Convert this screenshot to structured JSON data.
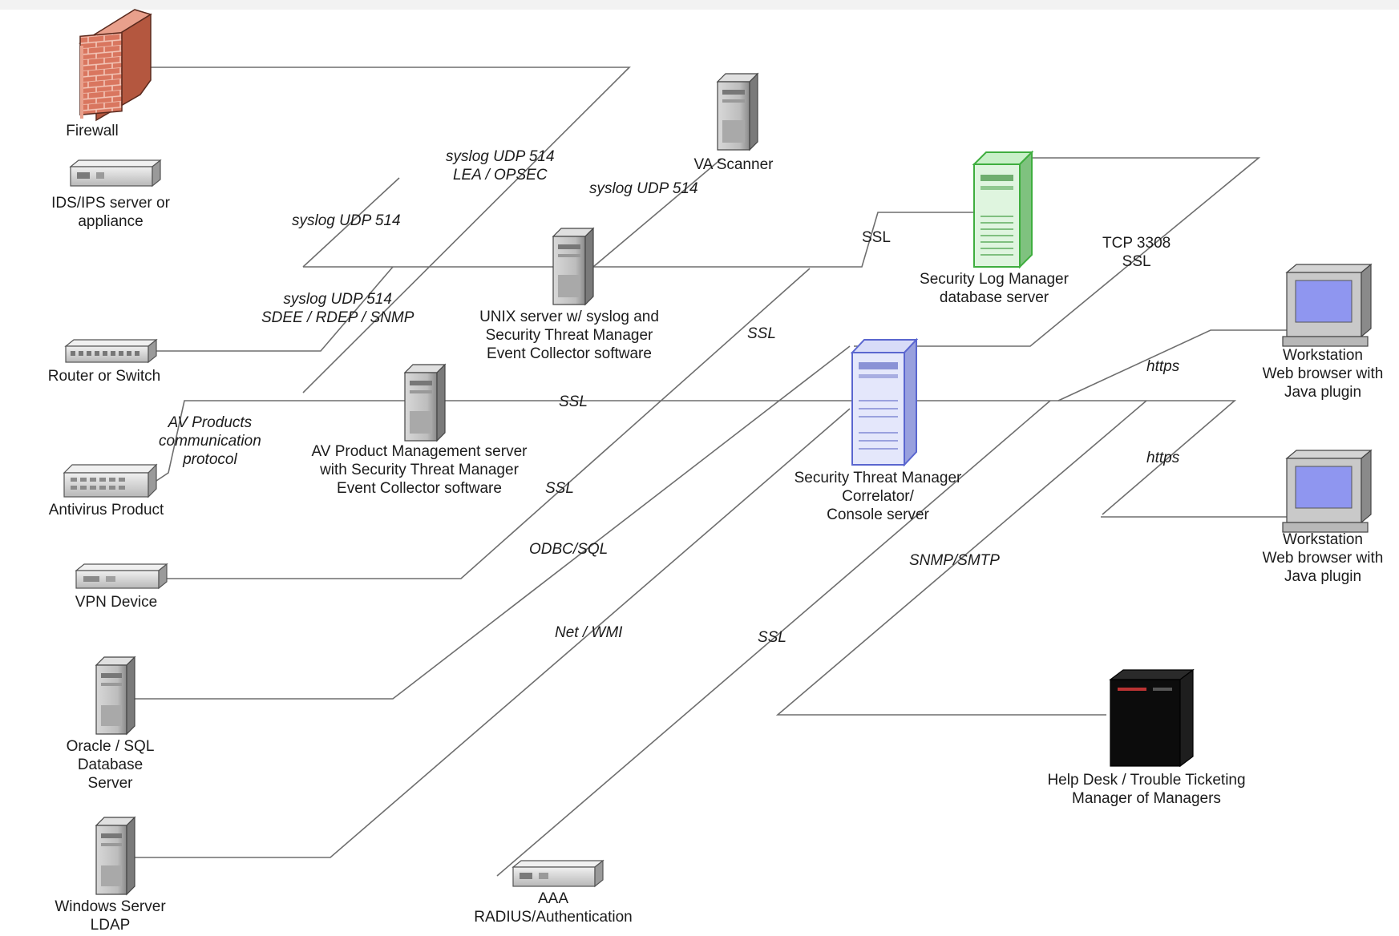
{
  "devices": {
    "firewall": [
      "Firewall"
    ],
    "ids": [
      "IDS/IPS server or",
      "appliance"
    ],
    "router": [
      "Router or Switch"
    ],
    "antivirus": [
      "Antivirus Product"
    ],
    "vpn": [
      "VPN Device"
    ],
    "oracle": [
      "Oracle / SQL",
      "Database",
      "Server"
    ],
    "windows": [
      "Windows Server",
      "LDAP"
    ],
    "aaa": [
      "AAA",
      "RADIUS/Authentication"
    ],
    "va_scanner": [
      "VA Scanner"
    ],
    "unix_server": [
      "UNIX server w/ syslog and",
      "Security Threat Manager",
      "Event Collector software"
    ],
    "av_mgmt": [
      "AV Product Management server",
      "with Security Threat Manager",
      "Event Collector software"
    ],
    "slm_db": [
      "Security Log Manager",
      "database server"
    ],
    "stm_console": [
      "Security Threat Manager",
      "Correlator/",
      "Console server"
    ],
    "workstation1": [
      "Workstation",
      "Web browser with",
      "Java plugin"
    ],
    "workstation2": [
      "Workstation",
      "Web browser with",
      "Java plugin"
    ],
    "helpdesk": [
      "Help Desk / Trouble Ticketing",
      "Manager of Managers"
    ]
  },
  "protocols": {
    "fw": [
      "syslog UDP 514",
      "LEA / OPSEC"
    ],
    "ids": "syslog UDP 514",
    "va": "syslog UDP 514",
    "router": [
      "syslog UDP 514",
      "SDEE / RDEP / SNMP"
    ],
    "av": [
      "AV Products",
      "communication",
      "protocol"
    ],
    "ssl_av": "SSL",
    "ssl_unix_db": "SSL",
    "ssl_mid": "SSL",
    "ssl_vpn": "SSL",
    "tcp_db": [
      "TCP 3308",
      "SSL"
    ],
    "https1": "https",
    "https2": "https",
    "odbc": "ODBC/SQL",
    "netwmi": "Net / WMI",
    "snmp": "SNMP/SMTP",
    "ssl_aaa": "SSL"
  },
  "colors": {
    "line": "#6e6e6e",
    "firewall_brick": "#d9765f",
    "slm_green": "#6fd46f",
    "stm_blue": "#8a96e6",
    "screen_blue": "#8f96f0",
    "helpdesk_black": "#0c0c0c"
  }
}
